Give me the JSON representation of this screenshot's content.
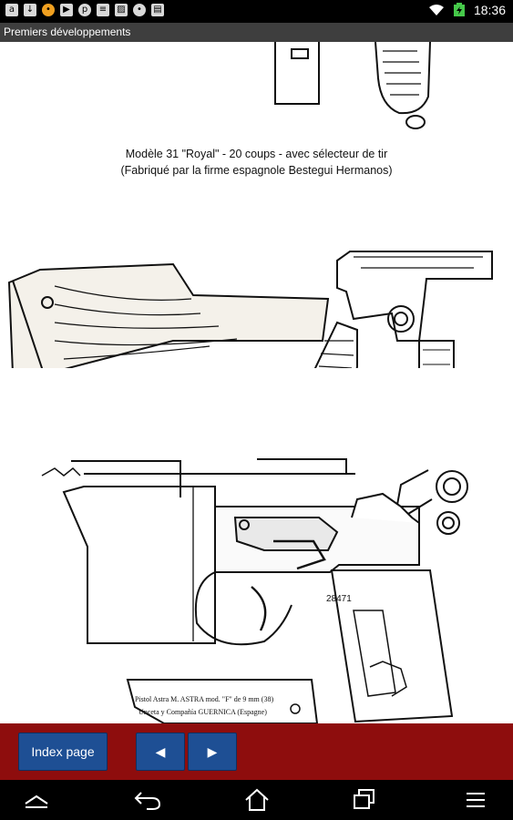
{
  "status_bar": {
    "left_icons": [
      "amazon-icon",
      "download-icon",
      "notification-icon",
      "youtube-icon",
      "pinterest-icon",
      "news-icon",
      "image-icon",
      "messenger-icon",
      "briefcase-icon"
    ],
    "time": "18:36"
  },
  "title_bar": {
    "title": "Premiers développements"
  },
  "content": {
    "caption_line1": "Modèle 31 \"Royal\" - 20 coups - avec sélecteur de tir",
    "caption_line2": "(Fabriqué par la firme espagnole Bestegui Hermanos)",
    "stamp_line1": "Pistol Astra M. ASTRA mod. \"F\" de 9 mm (38)",
    "stamp_line2": "Unceta y Compañía GUERNICA (Espagne)",
    "serial_number": "28471"
  },
  "footer": {
    "index_label": "Index page",
    "prev_glyph": "◀",
    "next_glyph": "▶"
  },
  "nav_bar": {
    "items": [
      "collapse-icon",
      "back-icon",
      "home-icon",
      "recent-apps-icon",
      "menu-icon"
    ]
  },
  "colors": {
    "footer_bg": "#8e0d0d",
    "button_bg": "#1e4f94",
    "title_bar_bg": "#3e3e3e"
  }
}
